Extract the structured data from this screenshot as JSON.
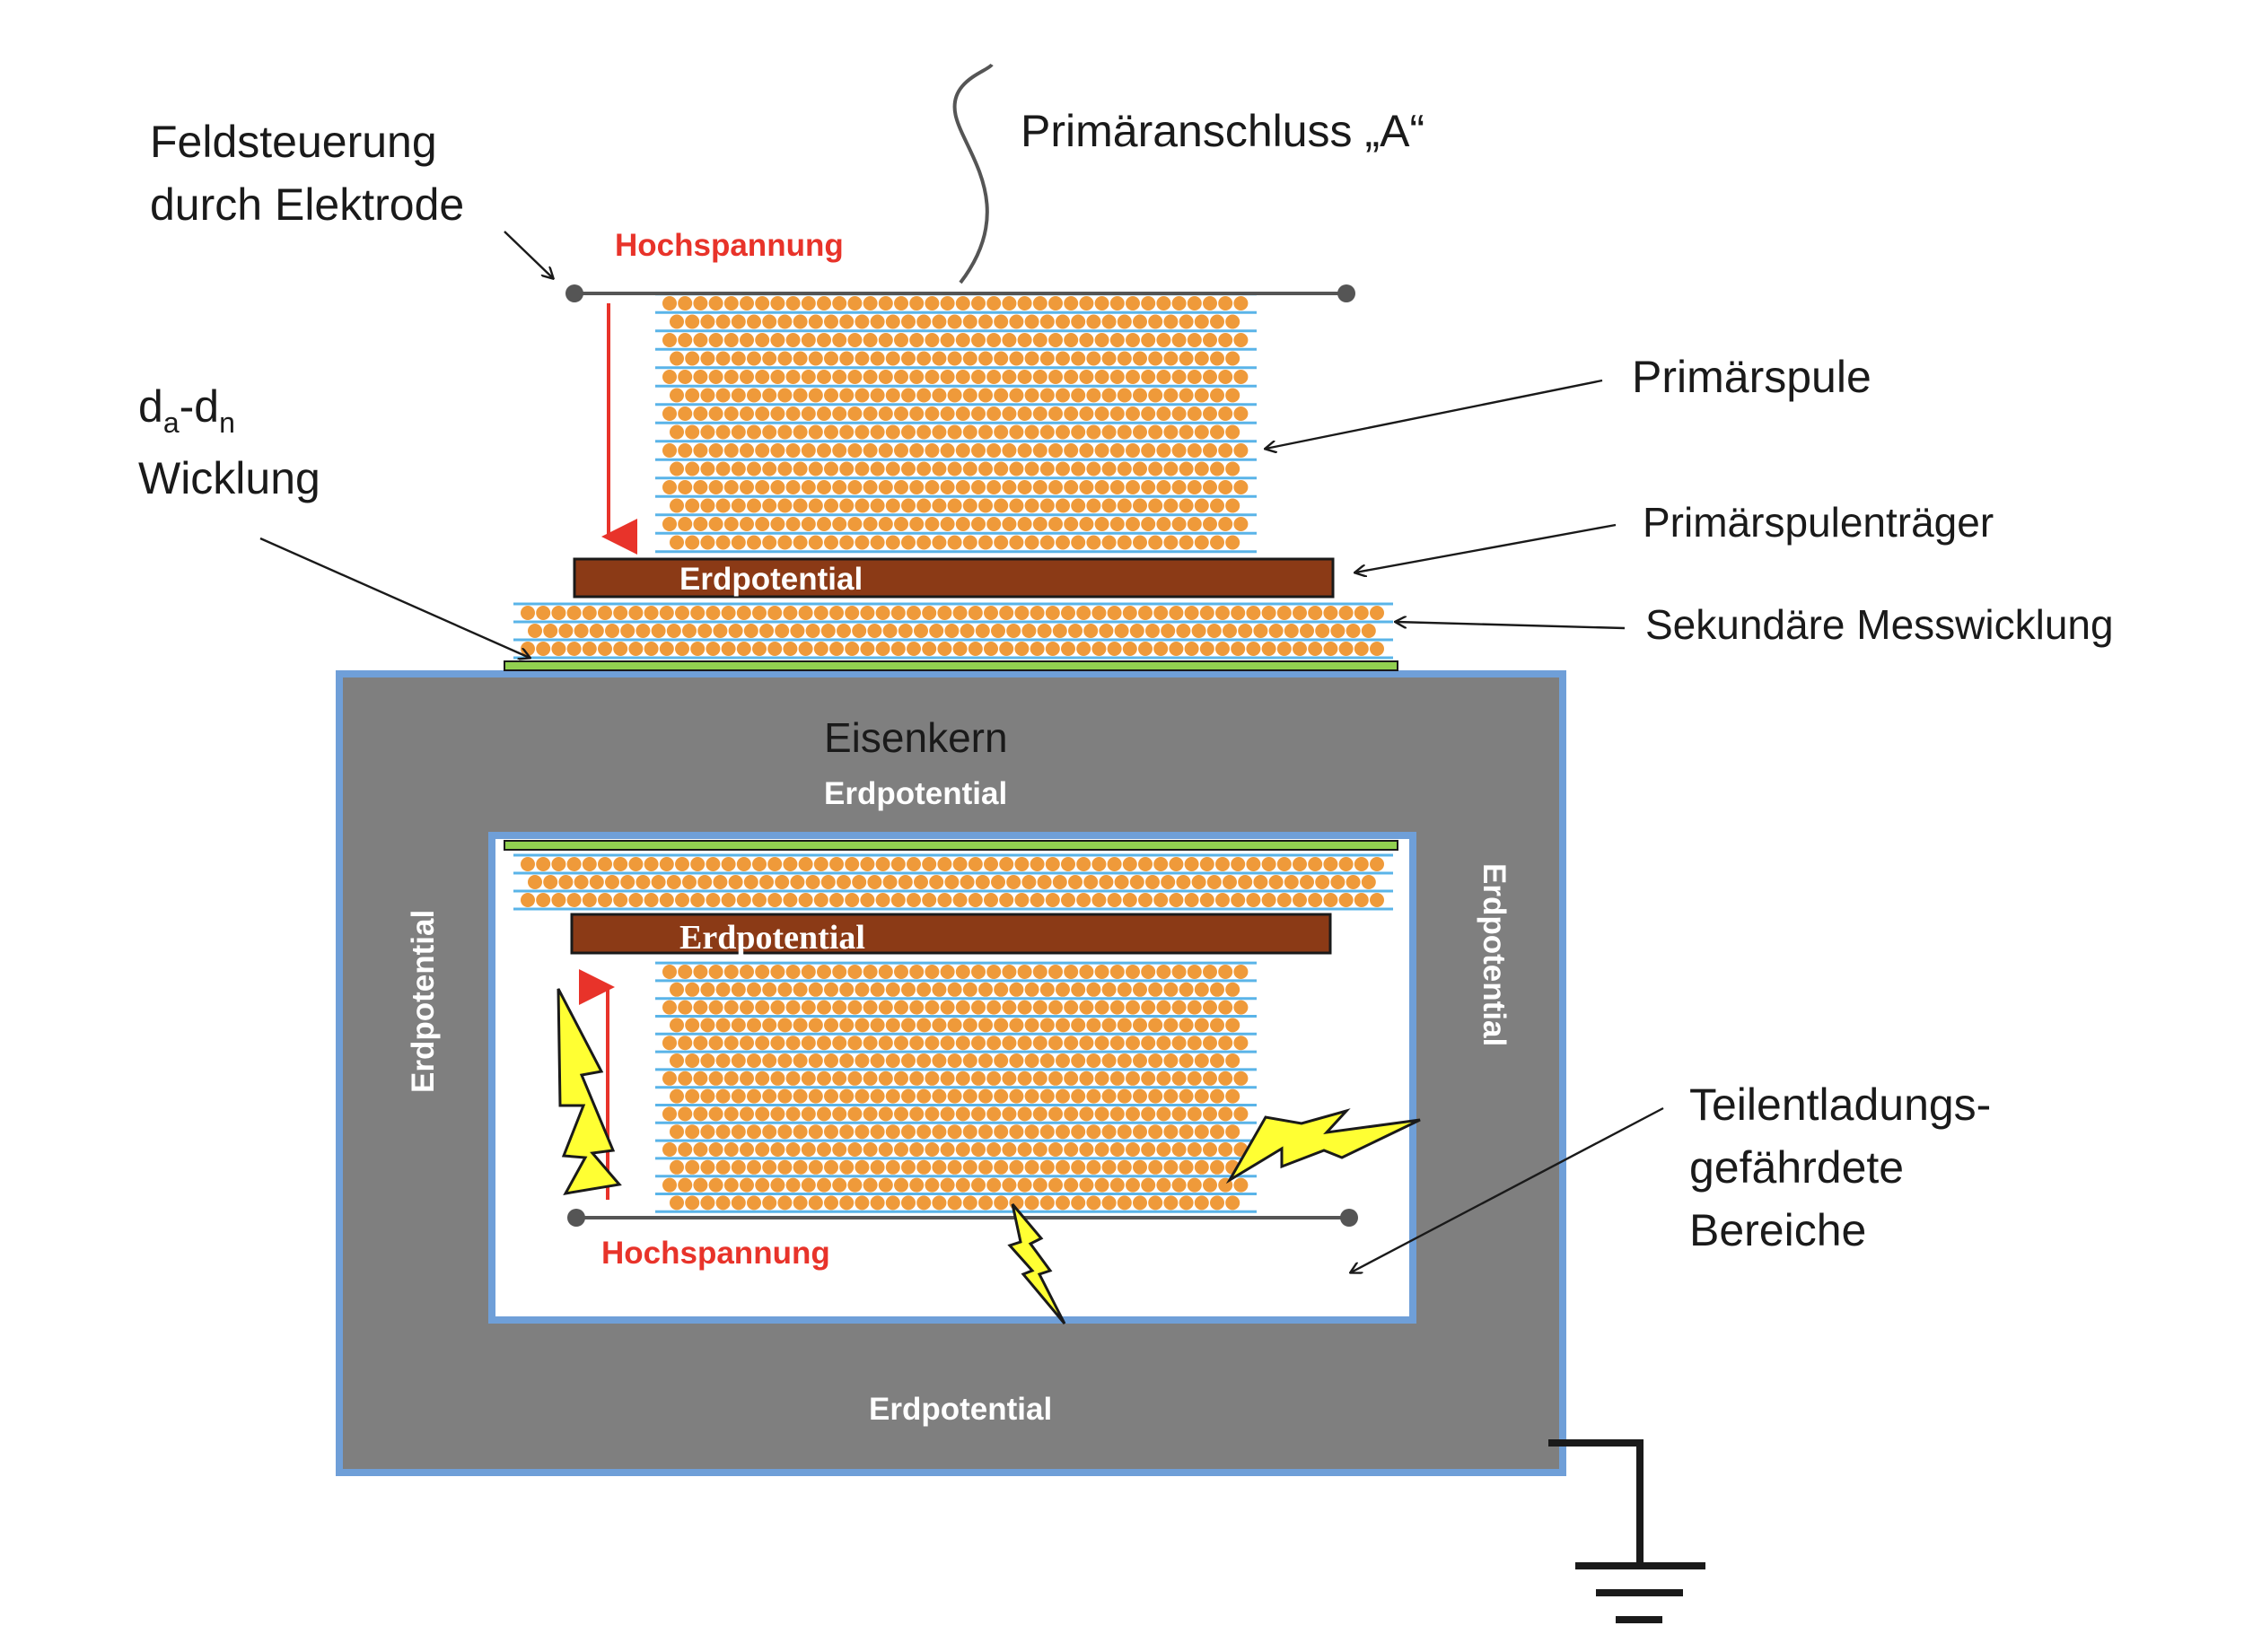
{
  "labels": {
    "field_control_line1": "Feldsteuerung",
    "field_control_line2": "durch Elektrode",
    "primary_connection": "Primäranschluss „A“",
    "high_voltage_top": "Hochspannung",
    "high_voltage_bottom": "Hochspannung",
    "winding_d": "d",
    "winding_sub_a": "a",
    "winding_dash": "-d",
    "winding_sub_n": "n",
    "winding_word": "Wicklung",
    "primary_coil": "Primärspule",
    "primary_coil_carrier": "Primärspulenträger",
    "secondary_winding": "Sekundäre Messwicklung",
    "earth_top_carrier": "Erdpotential",
    "iron_core": "Eisenkern",
    "earth_core_top": "Erdpotential",
    "earth_core_left": "Erdpotential",
    "earth_core_right": "Erdpotential",
    "earth_inner_carrier": "Erdpotential",
    "earth_core_bottom": "Erdpotential",
    "pd_line1": "Teilentladungs-",
    "pd_line2": "gefährdete",
    "pd_line3": "Bereiche"
  },
  "colors": {
    "core": "#7f7f7f",
    "core_border": "#6f9fd8",
    "carrier": "#8b3a16",
    "winding_dot": "#ef9a3a",
    "winding_line": "#5ab4e8",
    "green_strip": "#92d050",
    "high_voltage": "#e8332a",
    "lightning": "#ffff33"
  },
  "icons": {
    "ground": "ground-symbol-icon",
    "lightning": "lightning-bolt-icon"
  }
}
